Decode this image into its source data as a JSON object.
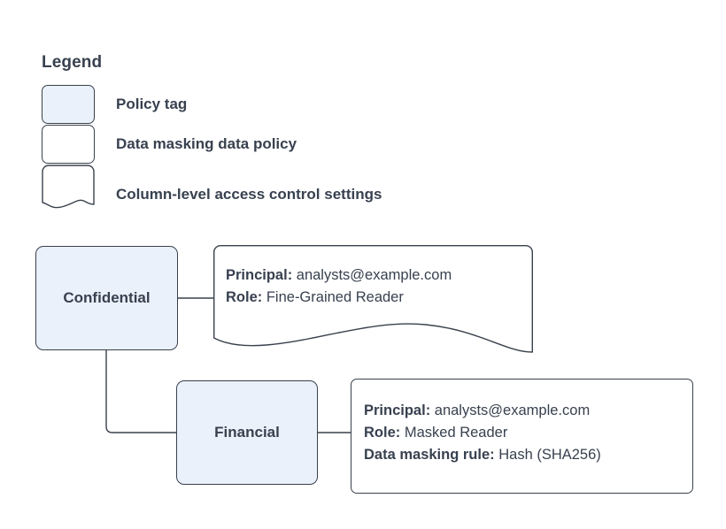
{
  "legend": {
    "title": "Legend",
    "items": [
      {
        "label": "Policy tag",
        "swatch": "rounded-rect-filled"
      },
      {
        "label": "Data masking data policy",
        "swatch": "rounded-rect-plain"
      },
      {
        "label": "Column-level access control settings",
        "swatch": "document-wave-shape"
      }
    ]
  },
  "nodes": [
    {
      "id": "confidential",
      "label": "Confidential"
    },
    {
      "id": "financial",
      "label": "Financial"
    }
  ],
  "callouts": [
    {
      "id": "confidential-settings",
      "shape": "document-wave-shape",
      "lines": [
        {
          "key": "Principal:",
          "value": "analysts@example.com"
        },
        {
          "key": "Role:",
          "value": "Fine-Grained Reader"
        }
      ]
    },
    {
      "id": "financial-settings",
      "shape": "rounded-rect-plain",
      "lines": [
        {
          "key": "Principal:",
          "value": "analysts@example.com"
        },
        {
          "key": "Role:",
          "value": "Masked Reader"
        },
        {
          "key": "Data masking rule:",
          "value": "Hash (SHA256)"
        }
      ]
    }
  ],
  "connectors": [
    {
      "from": "confidential",
      "to": "confidential-settings",
      "style": "straight"
    },
    {
      "from": "confidential",
      "to": "financial",
      "style": "elbow"
    },
    {
      "from": "financial",
      "to": "financial-settings",
      "style": "straight"
    }
  ],
  "colors": {
    "node_fill": "#eaf1fb",
    "stroke": "#39414d",
    "text": "#38414f",
    "background": "#ffffff"
  }
}
